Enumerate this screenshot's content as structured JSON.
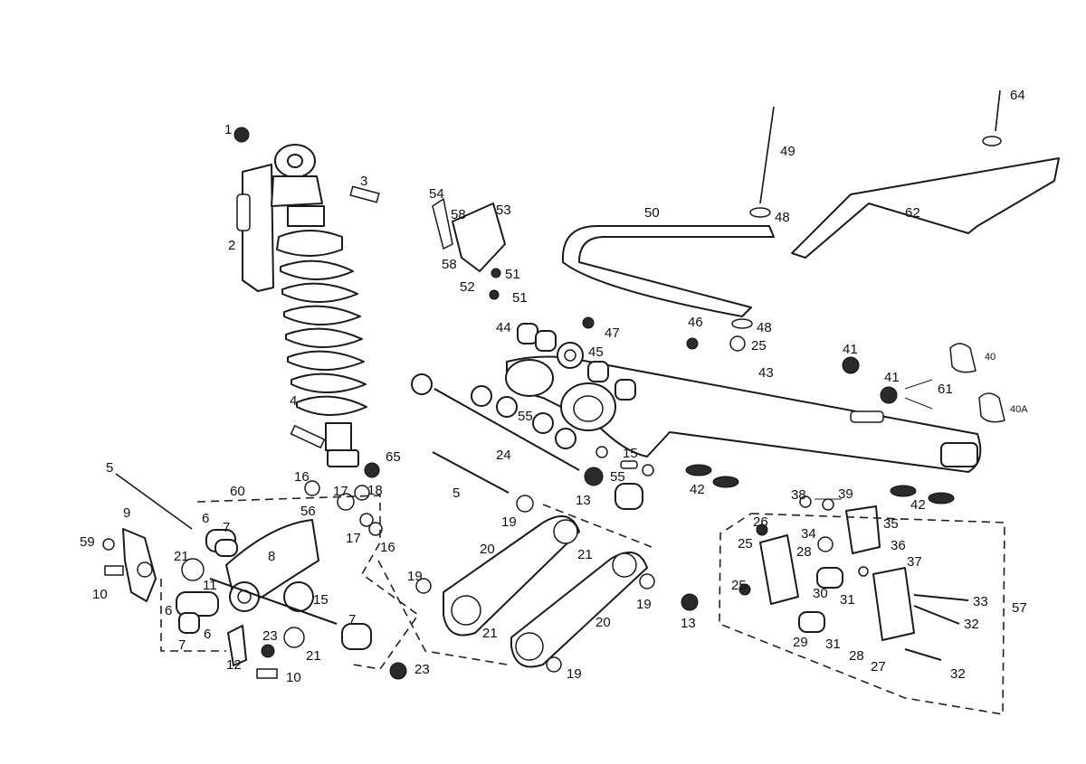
{
  "callouts": [
    "1",
    "2",
    "3",
    "4",
    "5",
    "5",
    "6",
    "6",
    "6",
    "7",
    "7",
    "7",
    "8",
    "9",
    "10",
    "10",
    "11",
    "12",
    "13",
    "13",
    "15",
    "15",
    "16",
    "16",
    "17",
    "17",
    "18",
    "19",
    "19",
    "19",
    "19",
    "20",
    "20",
    "21",
    "21",
    "21",
    "21",
    "23",
    "23",
    "24",
    "25",
    "25",
    "25",
    "26",
    "27",
    "28",
    "28",
    "29",
    "30",
    "31",
    "31",
    "32",
    "32",
    "33",
    "34",
    "35",
    "36",
    "37",
    "38",
    "39",
    "40",
    "40A",
    "41",
    "41",
    "42",
    "42",
    "43",
    "44",
    "45",
    "46",
    "47",
    "48",
    "48",
    "49",
    "50",
    "51",
    "51",
    "52",
    "53",
    "54",
    "55",
    "55",
    "56",
    "57",
    "58",
    "58",
    "59",
    "60",
    "61",
    "62",
    "64",
    "65"
  ]
}
